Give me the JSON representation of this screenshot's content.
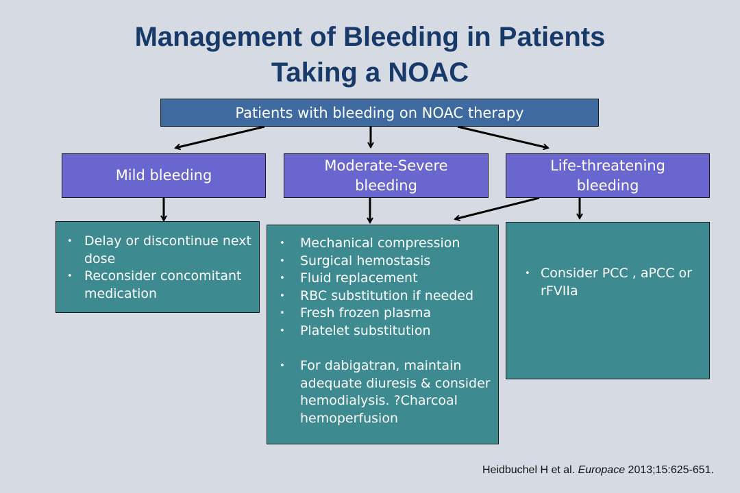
{
  "title": {
    "line1": "Management of Bleeding in Patients",
    "line2": "Taking a NOAC"
  },
  "root": {
    "label": "Patients with bleeding on NOAC therapy"
  },
  "categories": {
    "mild": {
      "lines": [
        "Mild bleeding"
      ]
    },
    "moderate": {
      "lines": [
        "Moderate-Severe",
        "bleeding"
      ]
    },
    "life": {
      "lines": [
        "Life-threatening",
        "bleeding"
      ]
    }
  },
  "panels": {
    "mild": {
      "items": [
        "Delay or discontinue next dose",
        "Reconsider concomitant medication"
      ]
    },
    "moderate": {
      "items": [
        "Mechanical compression",
        "Surgical hemostasis",
        "Fluid replacement",
        "RBC substitution if needed",
        "Fresh frozen plasma",
        "Platelet substitution"
      ],
      "extra_item": "For dabigatran, maintain adequate diuresis & consider hemodialysis. ?Charcoal hemoperfusion"
    },
    "life": {
      "items": [
        "Consider PCC , aPCC or rFVIIa"
      ]
    }
  },
  "bullet_glyph": "•",
  "citation": {
    "authors": "Heidbuchel H et al.",
    "journal": "Europace",
    "details": "2013;15:625-651."
  },
  "colors": {
    "background": "#d6dbe3",
    "title": "#173a6b",
    "root_box": "#3f6aa0",
    "category_box": "#6a66cf",
    "panel_box": "#3d8a90",
    "arrow": "#000000"
  }
}
